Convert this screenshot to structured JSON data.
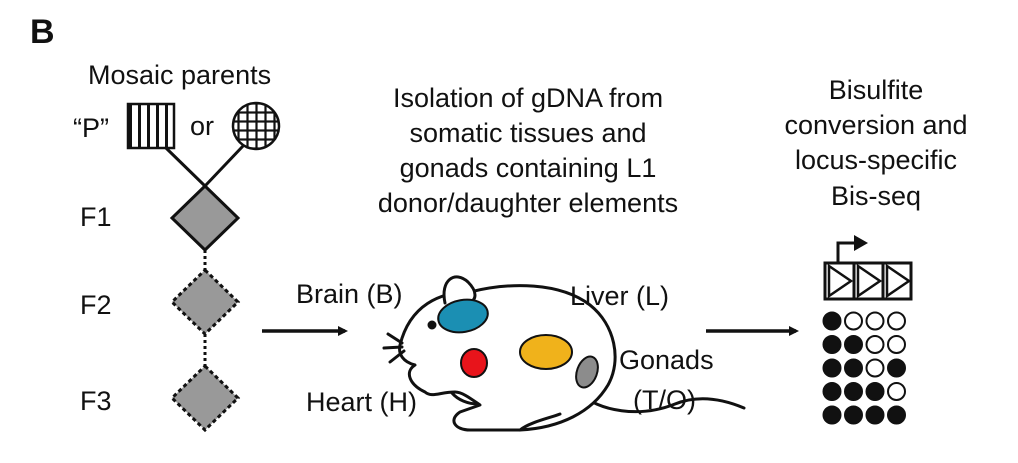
{
  "panel_label": "B",
  "pedigree": {
    "title": "Mosaic parents",
    "p_label": "“P”",
    "or_label": "or",
    "generations": [
      "F1",
      "F2",
      "F3"
    ]
  },
  "step2": {
    "lines": [
      "Isolation of gDNA from",
      "somatic tissues and",
      "gonads containing L1",
      "donor/daughter elements"
    ]
  },
  "tissues": {
    "brain": "Brain (B)",
    "liver": "Liver (L)",
    "heart": "Heart (H)",
    "gonads_line1": "Gonads",
    "gonads_line2": "(T/O)"
  },
  "step3": {
    "lines": [
      "Bisulfite",
      "conversion and",
      "locus-specific",
      "Bis-seq"
    ]
  },
  "colors": {
    "brain": "#1b8fb3",
    "heart": "#e8141b",
    "liver": "#f0b21b",
    "gonads": "#8c8c8c",
    "generation_fill": "#999999",
    "ink": "#111111"
  },
  "methylation_grid": [
    [
      1,
      0,
      0,
      0
    ],
    [
      1,
      1,
      0,
      0
    ],
    [
      1,
      1,
      0,
      1
    ],
    [
      1,
      1,
      1,
      0
    ],
    [
      1,
      1,
      1,
      1
    ]
  ]
}
